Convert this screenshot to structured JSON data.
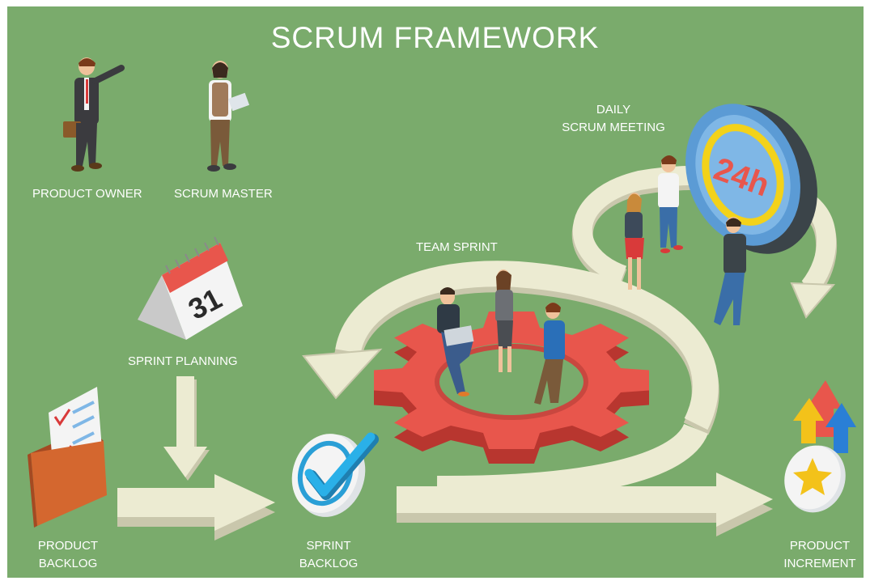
{
  "title": "SCRUM FRAMEWORK",
  "roles": {
    "product_owner": "PRODUCT OWNER",
    "scrum_master": "SCRUM MASTER"
  },
  "stages": {
    "sprint_planning": "SPRINT PLANNING",
    "team_sprint": "TEAM SPRINT",
    "daily_line1": "DAILY",
    "daily_line2": "SCRUM MEETING",
    "product_backlog_line1": "PRODUCT",
    "product_backlog_line2": "BACKLOG",
    "sprint_backlog_line1": "SPRINT",
    "sprint_backlog_line2": "BACKLOG",
    "product_increment_line1": "PRODUCT",
    "product_increment_line2": "INCREMENT"
  },
  "calendar": {
    "day": "31"
  },
  "clock": {
    "label": "24h"
  },
  "colors": {
    "background": "#7aab6c",
    "arrow": "#ecebd2",
    "arrow_shadow": "#c9c7ac",
    "gear": "#e8564c",
    "gear_side": "#b8362f",
    "check": "#2a9fd6"
  }
}
